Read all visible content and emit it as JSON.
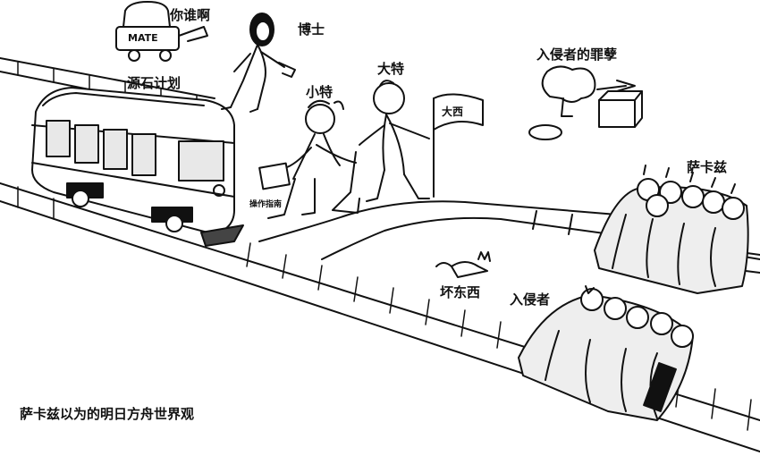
{
  "labels": {
    "who_are_you": "你谁啊",
    "doctor": "博士",
    "originium_plan": "源石计划",
    "little_te": "小特",
    "big_te": "大特",
    "invaders_sin": "入侵者的罪孽",
    "sarkaz_top": "萨卡兹",
    "bad_thing": "坏东西",
    "invaders": "入侵者",
    "manual": "操作指南",
    "flag_text": "大西",
    "cart_text": "MATE",
    "caption": "萨卡兹以为的明日方舟世界观"
  },
  "colors": {
    "ink": "#111111",
    "background": "#ffffff",
    "fill_gray": "#e8e8e8"
  }
}
